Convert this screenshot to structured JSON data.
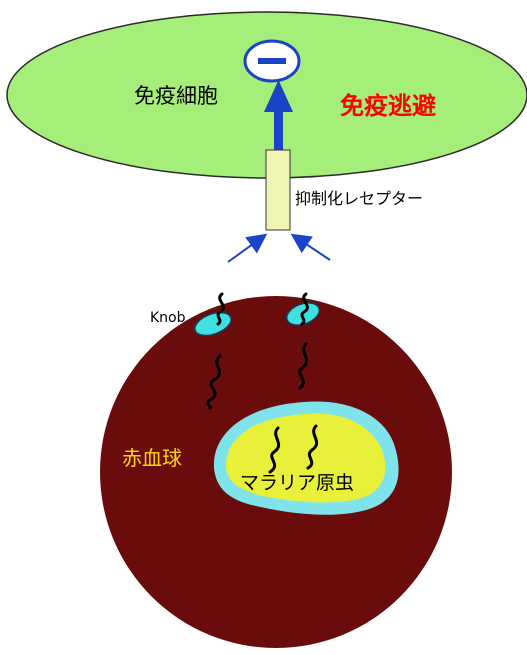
{
  "immune_cell": {
    "label": "免疫細胞",
    "signal_symbol": "－",
    "color": "#a6ee7a"
  },
  "immune_evasion": {
    "label": "免疫逃避",
    "color": "#ff0000"
  },
  "receptor": {
    "label": "抑制化レセプター",
    "color": "#f0f5b4"
  },
  "knob": {
    "label": "Knob",
    "color": "#40e0e0"
  },
  "red_blood_cell": {
    "label": "赤血球",
    "color": "#6a0c0c",
    "label_color": "#ffd700"
  },
  "malaria_parasite": {
    "label": "マラリア原虫",
    "color": "#e8f03a",
    "rim_color": "#7fe3ec"
  },
  "arrow_color": "#1a44c8"
}
